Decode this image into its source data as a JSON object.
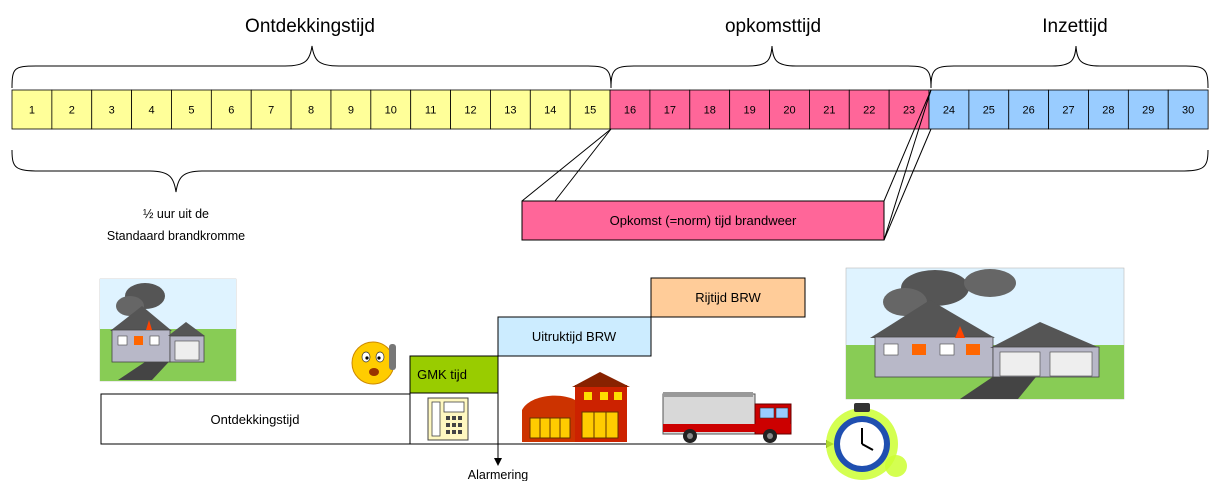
{
  "timeline": {
    "cells": [
      {
        "num": "1",
        "phase": "ontdekking"
      },
      {
        "num": "2",
        "phase": "ontdekking"
      },
      {
        "num": "3",
        "phase": "ontdekking"
      },
      {
        "num": "4",
        "phase": "ontdekking"
      },
      {
        "num": "5",
        "phase": "ontdekking"
      },
      {
        "num": "6",
        "phase": "ontdekking"
      },
      {
        "num": "7",
        "phase": "ontdekking"
      },
      {
        "num": "8",
        "phase": "ontdekking"
      },
      {
        "num": "9",
        "phase": "ontdekking"
      },
      {
        "num": "10",
        "phase": "ontdekking"
      },
      {
        "num": "11",
        "phase": "ontdekking"
      },
      {
        "num": "12",
        "phase": "ontdekking"
      },
      {
        "num": "13",
        "phase": "ontdekking"
      },
      {
        "num": "14",
        "phase": "ontdekking"
      },
      {
        "num": "15",
        "phase": "ontdekking"
      },
      {
        "num": "16",
        "phase": "opkomst"
      },
      {
        "num": "17",
        "phase": "opkomst"
      },
      {
        "num": "18",
        "phase": "opkomst"
      },
      {
        "num": "19",
        "phase": "opkomst"
      },
      {
        "num": "20",
        "phase": "opkomst"
      },
      {
        "num": "21",
        "phase": "opkomst"
      },
      {
        "num": "22",
        "phase": "opkomst"
      },
      {
        "num": "23",
        "phase": "opkomst"
      },
      {
        "num": "24",
        "phase": "inzet"
      },
      {
        "num": "25",
        "phase": "inzet"
      },
      {
        "num": "26",
        "phase": "inzet"
      },
      {
        "num": "27",
        "phase": "inzet"
      },
      {
        "num": "28",
        "phase": "inzet"
      },
      {
        "num": "29",
        "phase": "inzet"
      },
      {
        "num": "30",
        "phase": "inzet"
      }
    ],
    "phase_colors": {
      "ontdekking": "#FFFF99",
      "opkomst": "#FF6699",
      "inzet": "#99CCFF"
    }
  },
  "phases": {
    "ontdekking_title": "Ontdekkingstijd",
    "opkomst_title": "opkomsttijd",
    "inzet_title": "Inzettijd"
  },
  "half_hour_label": {
    "line1": "½ uur uit de",
    "line2": "Standaard brandkromme"
  },
  "norm_box": {
    "label": "Opkomst (=norm) tijd brandweer",
    "color": "#FF6699"
  },
  "steps": {
    "ontdekkingstijd": "Ontdekkingstijd",
    "gmk": "GMK tijd",
    "uitruk": "Uitruktijd BRW",
    "rijtijd": "Rijtijd BRW",
    "alarmering": "Alarmering"
  },
  "step_colors": {
    "gmk": "#99CC00",
    "uitruk": "#CCECFF",
    "rijtijd": "#FFCC99"
  },
  "pictures": {
    "small_house": "burning-house-icon",
    "big_house": "burning-house-icon",
    "caller": "phone-caller-icon",
    "phone": "desk-phone-icon",
    "station": "fire-station-icon",
    "truck": "fire-truck-icon",
    "stopwatch": "stopwatch-icon"
  }
}
